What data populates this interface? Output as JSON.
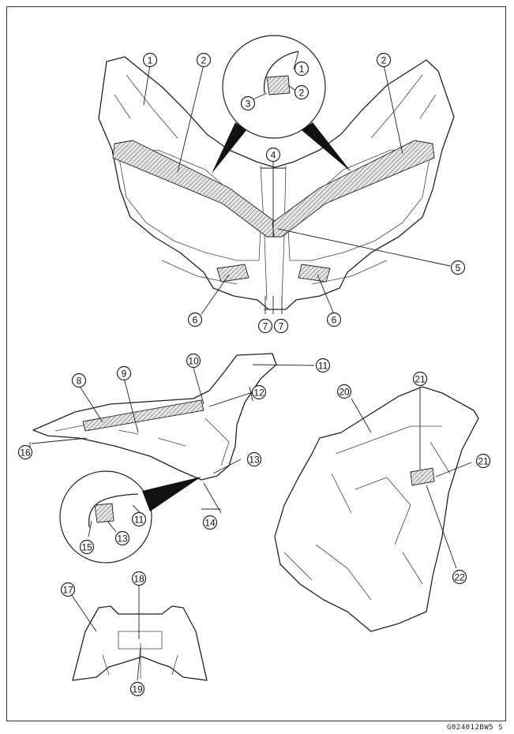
{
  "figure_code": "G024012BW5  S",
  "callouts": [
    {
      "n": "1"
    },
    {
      "n": "2"
    },
    {
      "n": "2"
    },
    {
      "n": "1"
    },
    {
      "n": "2"
    },
    {
      "n": "3"
    },
    {
      "n": "4"
    },
    {
      "n": "5"
    },
    {
      "n": "6"
    },
    {
      "n": "6"
    },
    {
      "n": "7"
    },
    {
      "n": "7"
    },
    {
      "n": "8"
    },
    {
      "n": "9"
    },
    {
      "n": "10"
    },
    {
      "n": "11"
    },
    {
      "n": "12"
    },
    {
      "n": "16"
    },
    {
      "n": "13"
    },
    {
      "n": "14"
    },
    {
      "n": "11"
    },
    {
      "n": "13"
    },
    {
      "n": "15"
    },
    {
      "n": "20"
    },
    {
      "n": "21"
    },
    {
      "n": "21"
    },
    {
      "n": "22"
    },
    {
      "n": "17"
    },
    {
      "n": "18"
    },
    {
      "n": "19"
    }
  ]
}
